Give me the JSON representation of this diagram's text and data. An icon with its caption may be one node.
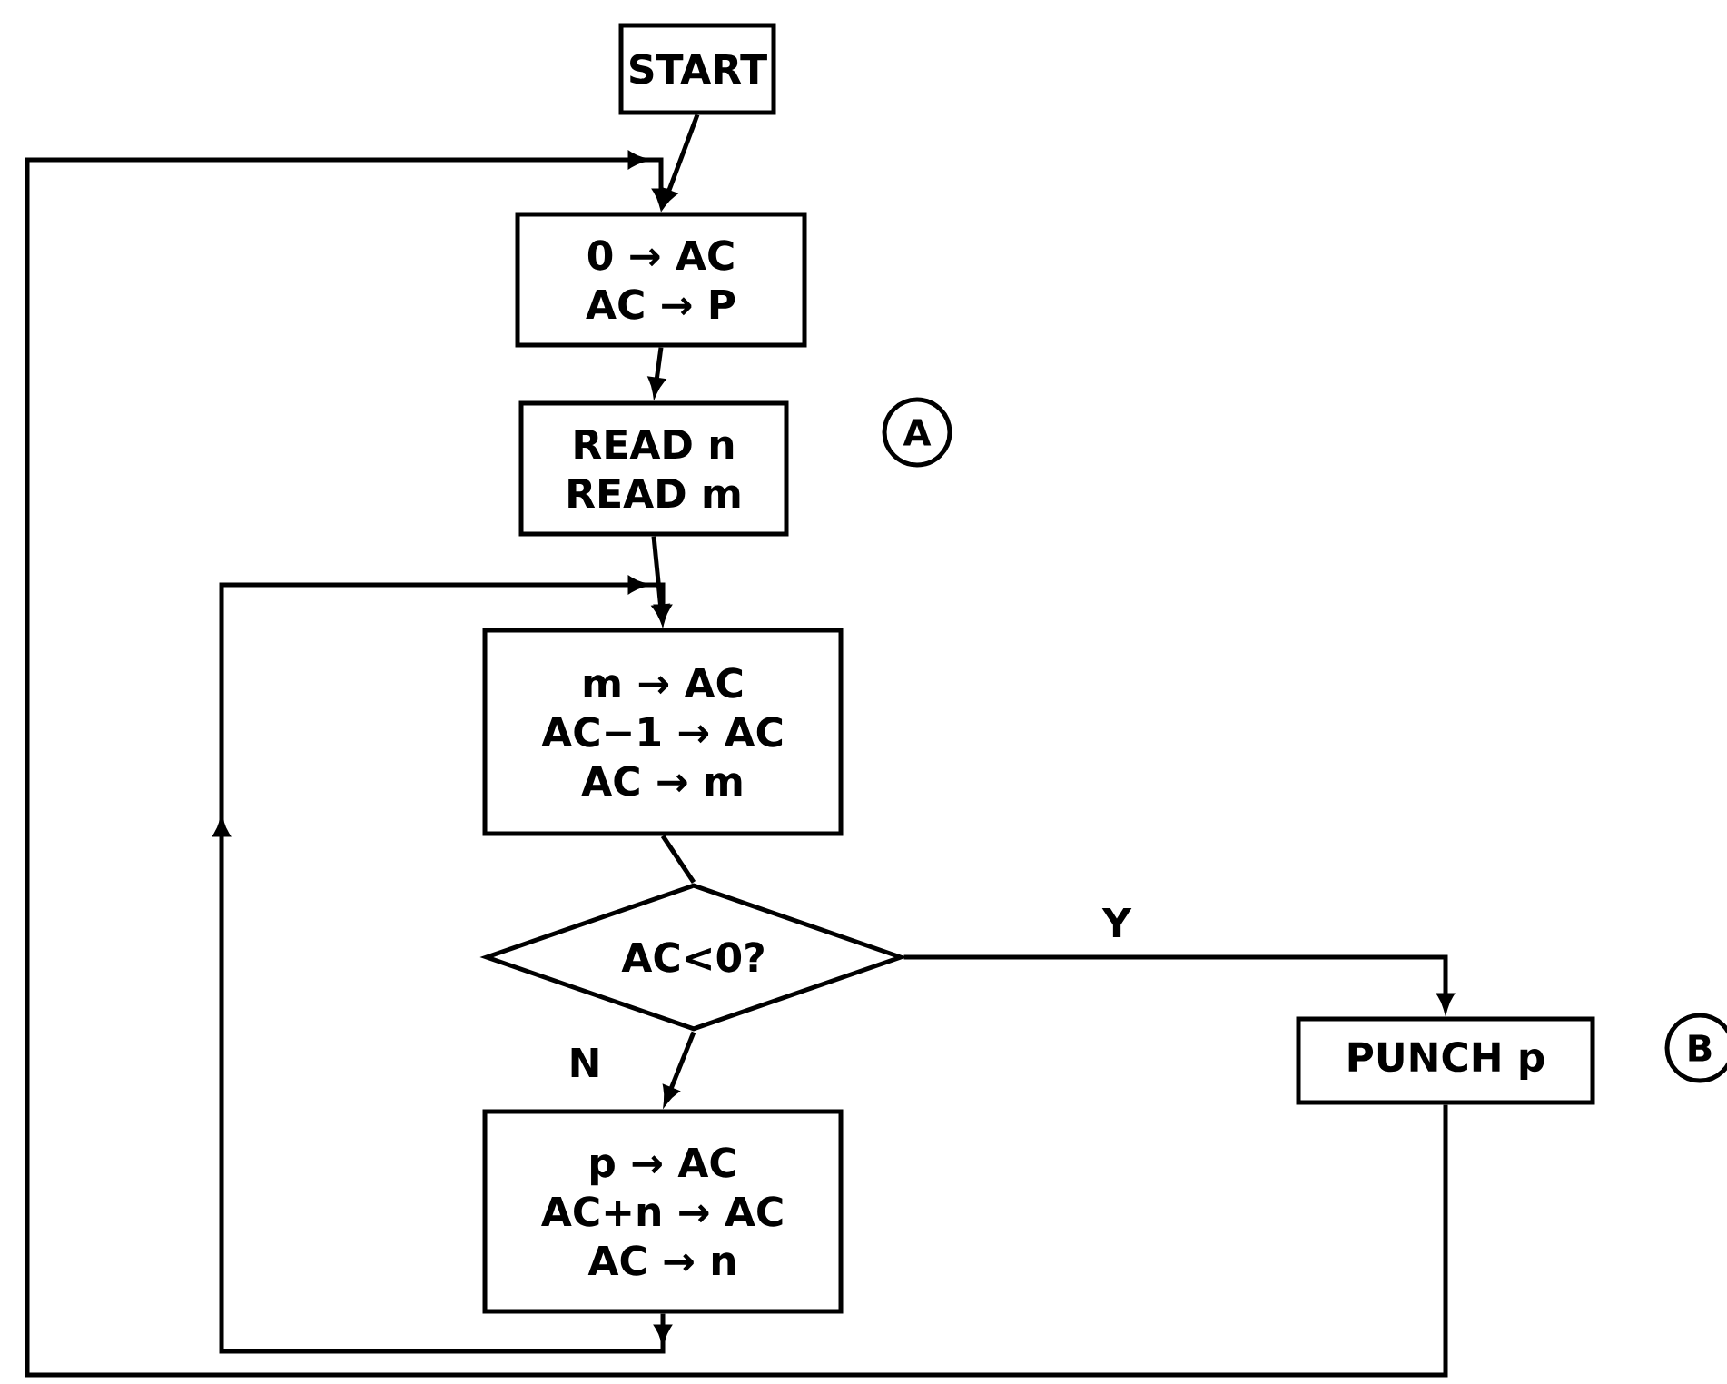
{
  "diagram": {
    "nodes": [
      {
        "text": [
          "START"
        ]
      },
      {
        "text": [
          "0 → AC",
          "AC → P"
        ]
      },
      {
        "text": [
          "READ n",
          "READ m"
        ]
      },
      {
        "text": [
          "m → AC",
          "AC−1 → AC",
          "AC → m"
        ]
      },
      {
        "text": [
          "AC<0?"
        ]
      },
      {
        "text": [
          "p → AC",
          "AC+n → AC",
          "AC → n"
        ]
      },
      {
        "text": [
          "PUNCH p"
        ]
      },
      {
        "text": [
          "A"
        ]
      },
      {
        "text": [
          "B"
        ]
      }
    ],
    "edges": [
      {
        "from": 0,
        "to": 1,
        "arrow": "to"
      },
      {
        "from": 1,
        "to": 2,
        "arrow": "to"
      },
      {
        "from": 2,
        "to": 3,
        "arrow": "to"
      },
      {
        "from": 3,
        "to": 4,
        "arrow": "none"
      },
      {
        "from": 4,
        "to": 5,
        "arrow": "to",
        "label": "N"
      },
      {
        "from": 4,
        "to": 6,
        "arrow": "to",
        "label": "Y"
      },
      {
        "from": 5,
        "to": 3,
        "arrow": "to"
      },
      {
        "from": 6,
        "to": 1,
        "arrow": "to"
      }
    ]
  }
}
